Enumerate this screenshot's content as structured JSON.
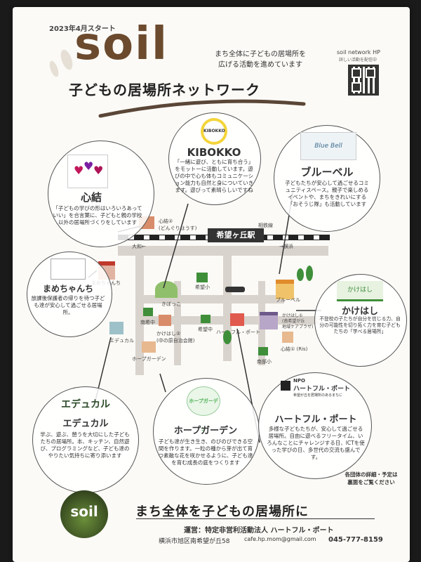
{
  "header": {
    "start_note": "2023年4月スタート",
    "logo": "soil",
    "subtitle": "子どもの居場所ネットワーク",
    "tagline_1": "まち全体に子どもの居場所を",
    "tagline_2": "広げる活動を進めています",
    "hp_label": "soil network HP",
    "hp_sub": "詳しい活動を配信中"
  },
  "orgs": {
    "kokoyui": {
      "name": "心結",
      "desc": "「子どもの学びの形はいろいろあっていい」を合言葉に、子どもと親の学校以外の居場所づくりをしています"
    },
    "kibokko": {
      "logo": "KIBOKKO",
      "name": "KIBOKKO",
      "desc": "「一緒に遊び、ともに育ち合う」をモットーに活動しています。遊びの中で心も体もコミュニケーション能力も自然と身についていきます。遊びって素晴らしいですね"
    },
    "bluebell": {
      "logo": "Blue Bell",
      "name": "ブルーベル",
      "desc": "子どもたちが安心して過ごせるコミュニティスペース。親子で楽しめるイベントや、まちをきれいにする「おそうじ隊」も活動しています"
    },
    "mame": {
      "name": "まめちゃんち",
      "desc": "放課後保護者の帰りを待つ子ども達が安心して過ごせる居場所。"
    },
    "kakehashi": {
      "logo": "かけはし",
      "name": "かけはし",
      "desc": "不登校の子たちが自分を信じる力、自分の可能性を切り拓く力を育む子どもたちの「学べる居場所」"
    },
    "educaru": {
      "logo": "エデュカル",
      "name": "エデュカル",
      "desc": "学ぶ、遊ぶ、憩うを大切にした子どもたちの居場所。本、キッチン、自然遊び、プログラミングなど、子ども達のやりたい気持ちに寄り添います"
    },
    "hope": {
      "logo": "ホープガーデン",
      "name": "ホープガーデン",
      "desc": "子ども達が生き生き、のびのびできる空間を作ります。一粒の種から芽が出て育つ素敵な花を咲かせるように、子ども達を育む成長の庭をつくります"
    },
    "heartful": {
      "logo_npo": "NPO",
      "logo": "ハートフル・ポート",
      "logo_sub": "希望が丘を居場所のあるまちに",
      "name": "ハートフル・ポート",
      "desc": "多様な子どもたちが、安心して過ごせる居場所。自由に遊べるフリータイム、いろんなことにチャレンジする日、ICTを使った学びの日、多世代の交流も盛んです。"
    }
  },
  "map": {
    "station": "希望ヶ丘駅",
    "line": "相鉄線",
    "to_yamato": "大和←",
    "to_yokohama": "→横浜",
    "labels": {
      "kokoyui2": "心結②\n(どんぐりはうす)",
      "mame": "まめちゃんち",
      "kibokko": "きぼっこ",
      "kibo_elem": "希望小",
      "bluebell": "ブルーベル",
      "minami_chu": "南希中",
      "kakehashi2": "かけはし②\n(中の原自治会館)",
      "kibo_chu": "希望中",
      "heartful": "ハートフル・ポート",
      "kakehashi1": "かけはし①\n(南希望が丘\n地域ケアプラザ)",
      "educaru": "エデュカル",
      "kokoyui1": "心結①\n(Ris)",
      "hope": "ホープガーデン",
      "minami_elem": "南部小"
    }
  },
  "notice": "各団体の詳細・予定は\n裏面をご覧ください",
  "footer": {
    "badge": "soil",
    "slogan": "まち全体を子どもの居場所に",
    "operator": "運営：特定非営利活動法人 ハートフル・ポート",
    "address": "横浜市旭区南希望が丘58",
    "email": "cafe.hp.mom@gmail.com",
    "phone": "045-777-8159"
  },
  "colors": {
    "brown": "#6b4a2e",
    "road": "#d9d3cd",
    "green": "#3f8f3a",
    "hope_green": "#4caf50"
  }
}
